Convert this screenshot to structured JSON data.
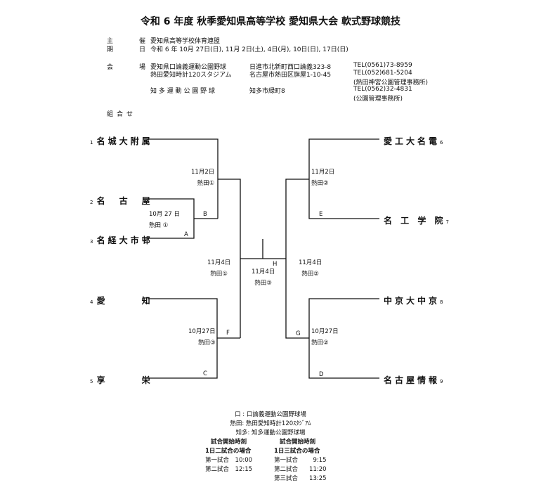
{
  "title": "令和 6 年度 秋季愛知県高等学校 愛知県大会 軟式野球競技",
  "info": {
    "organizer_label": "主　催",
    "organizer": "愛知県高等学校体育連盟",
    "date_label": "期　日",
    "dates": "令和 6 年 10月 27日(日), 11月 2日(土), 4日(月), 10日(日), 17日(日)",
    "venue_label": "会　場",
    "venues": [
      {
        "name": "愛知県口論義運動公園野球",
        "address": "日進市北新町西口論義323-8",
        "tel": "TEL(0561)73-8959",
        "note": ""
      },
      {
        "name": "熱田愛知時計120スタジアム",
        "address": "名古屋市熱田区旗屋1-10-45",
        "tel": "TEL(052)681-5204",
        "note": "(熱田神宮公園管理事務所)"
      },
      {
        "name": "知 多 運 動 公 園 野 球",
        "address": "知多市緑町8",
        "tel": "TEL(0562)32-4831",
        "note": "(公園管理事務所)"
      }
    ],
    "bracket_label": "組合せ"
  },
  "teams": [
    {
      "num": "1",
      "name": "名城大附属"
    },
    {
      "num": "2",
      "name": "名　古　屋"
    },
    {
      "num": "3",
      "name": "名経大市邨"
    },
    {
      "num": "4",
      "name": "愛　　　知"
    },
    {
      "num": "5",
      "name": "享　　　栄"
    },
    {
      "num": "6",
      "name": "愛工大名電"
    },
    {
      "num": "7",
      "name": "名 工 学 院"
    },
    {
      "num": "8",
      "name": "中京大中京"
    },
    {
      "num": "9",
      "name": "名古屋情報"
    }
  ],
  "matches": {
    "A": {
      "label": "A",
      "date": "10月 27 日",
      "venue": "熱田 ①"
    },
    "B": {
      "label": "B",
      "date": "11月2日",
      "venue": "熱田①"
    },
    "C": {
      "label": "C",
      "date": "10月27日",
      "venue": "熱田③"
    },
    "D": {
      "label": "D",
      "date": "10月27日",
      "venue": "熱田②"
    },
    "E": {
      "label": "E",
      "date": "11月2日",
      "venue": "熱田②"
    },
    "F": {
      "label": "F",
      "date": "11月4日",
      "venue": "熱田①"
    },
    "G": {
      "label": "G",
      "date": "11月4日",
      "venue": "熱田②"
    },
    "H": {
      "label": "H",
      "date": "11月4日",
      "venue": "熱田③"
    }
  },
  "legend": {
    "lines": [
      "口 : 口論義運動公園野球場",
      "熱田: 熱田愛知時計120ｽﾀｼﾞｱﾑ",
      "知多: 知多運動公園野球場"
    ],
    "two_games": {
      "heading1": "試合開始時刻",
      "heading2": "1日二試合の場合",
      "rows": [
        [
          "第一試合",
          "10:00"
        ],
        [
          "第二試合",
          "12:15"
        ]
      ]
    },
    "three_games": {
      "heading1": "試合開始時刻",
      "heading2": "1日三試合の場合",
      "rows": [
        [
          "第一試合",
          "9:15"
        ],
        [
          "第二試合",
          "11:20"
        ],
        [
          "第三試合",
          "13:25"
        ]
      ]
    }
  }
}
